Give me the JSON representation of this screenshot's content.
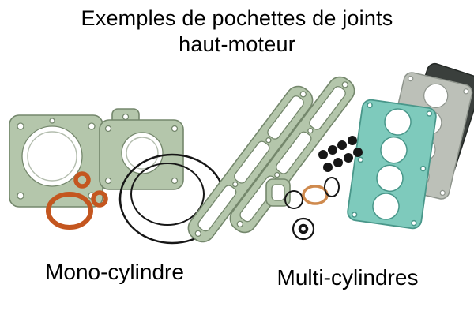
{
  "title": {
    "line1": "Exemples de pochettes de joints",
    "line2": "haut-moteur"
  },
  "captions": {
    "mono": "Mono-cylindre",
    "multi": "Multi-cylindres"
  },
  "colors": {
    "background": "#ffffff",
    "text": "#000000",
    "gasket-green": "#b4c6ab",
    "gasket-green-dark": "#74876c",
    "gasket-teal": "#7ecabc",
    "gasket-teal-dark": "#49978a",
    "gasket-gray": "#bcc0b8",
    "gasket-gray-dark": "#8e948c",
    "gasket-dark": "#3a3f3c",
    "oring-black": "#161616",
    "oring-orange": "#c4561f",
    "oring-amber": "#cf8a4e"
  }
}
